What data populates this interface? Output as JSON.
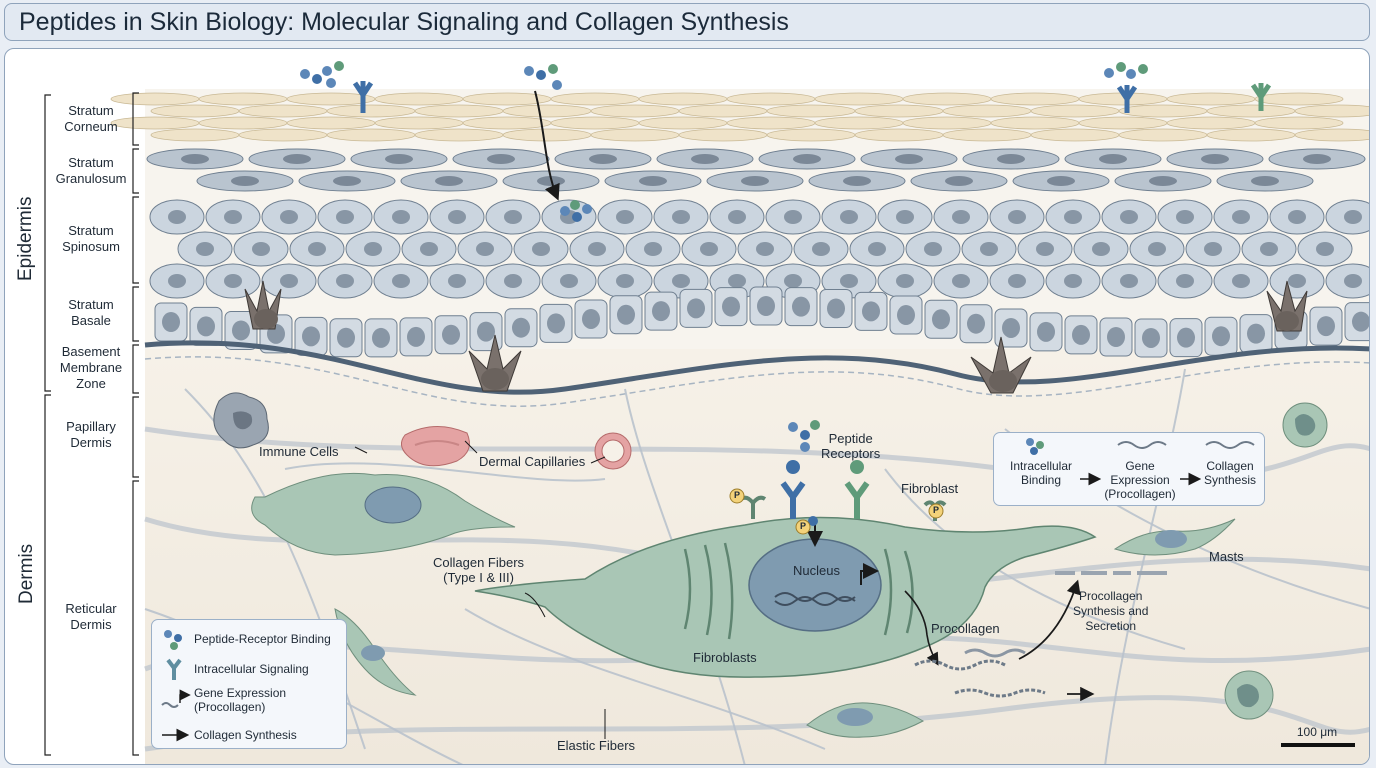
{
  "title": "Peptides in Skin Biology: Molecular Signaling and Collagen Synthesis",
  "regions": {
    "epidermis": "Epidermis",
    "dermis": "Dermis"
  },
  "layers": {
    "stratum_corneum": "Stratum\nCorneum",
    "stratum_granulosum": "Stratum\nGranulosum",
    "stratum_spinosum": "Stratum\nSpinosum",
    "stratum_basale": "Stratum\nBasale",
    "basement_membrane": "Basement\nMembrane\nZone",
    "papillary_dermis": "Papillary\nDermis",
    "reticular_dermis": "Reticular\nDermis"
  },
  "labels": {
    "immune_cells": "Immune Cells",
    "dermal_capillaries": "Dermal Capillaries",
    "peptide_receptors": "Peptide\nReceptors",
    "fibroblast": "Fibroblast",
    "nucleus": "Nucleus",
    "collagen_fibers": "Collagen Fibers\n(Type I & III)",
    "fibroblasts": "Fibroblasts",
    "procollagen": "Procollagen",
    "procollagen_synthesis": "Procollagen\nSynthesis and\nSecretion",
    "masts": "Masts",
    "elastic_fibers": "Elastic Fibers",
    "phospho": "P"
  },
  "flow": {
    "step1": "Intracellular\nBinding",
    "step2": "Gene\nExpression\n(Procollagen)",
    "step3": "Collagen\nSynthesis"
  },
  "legend": {
    "binding": "Peptide-Receptor Binding",
    "signaling": "Intracellular Signaling",
    "gene_expression": "Gene Expression\n(Procollagen)",
    "synthesis": "Collagen Synthesis"
  },
  "scale_bar": "100 μm",
  "colors": {
    "corneum": "#efe3c9",
    "granulosum": "#b9c4cf",
    "spinosum": "#cbd5df",
    "fibroblast": "#a9c6b5",
    "capillary": "#e4a3a3",
    "receptor_blue": "#5c87b8",
    "receptor_green": "#5f9b7a",
    "melanocyte": "#7a716c"
  }
}
